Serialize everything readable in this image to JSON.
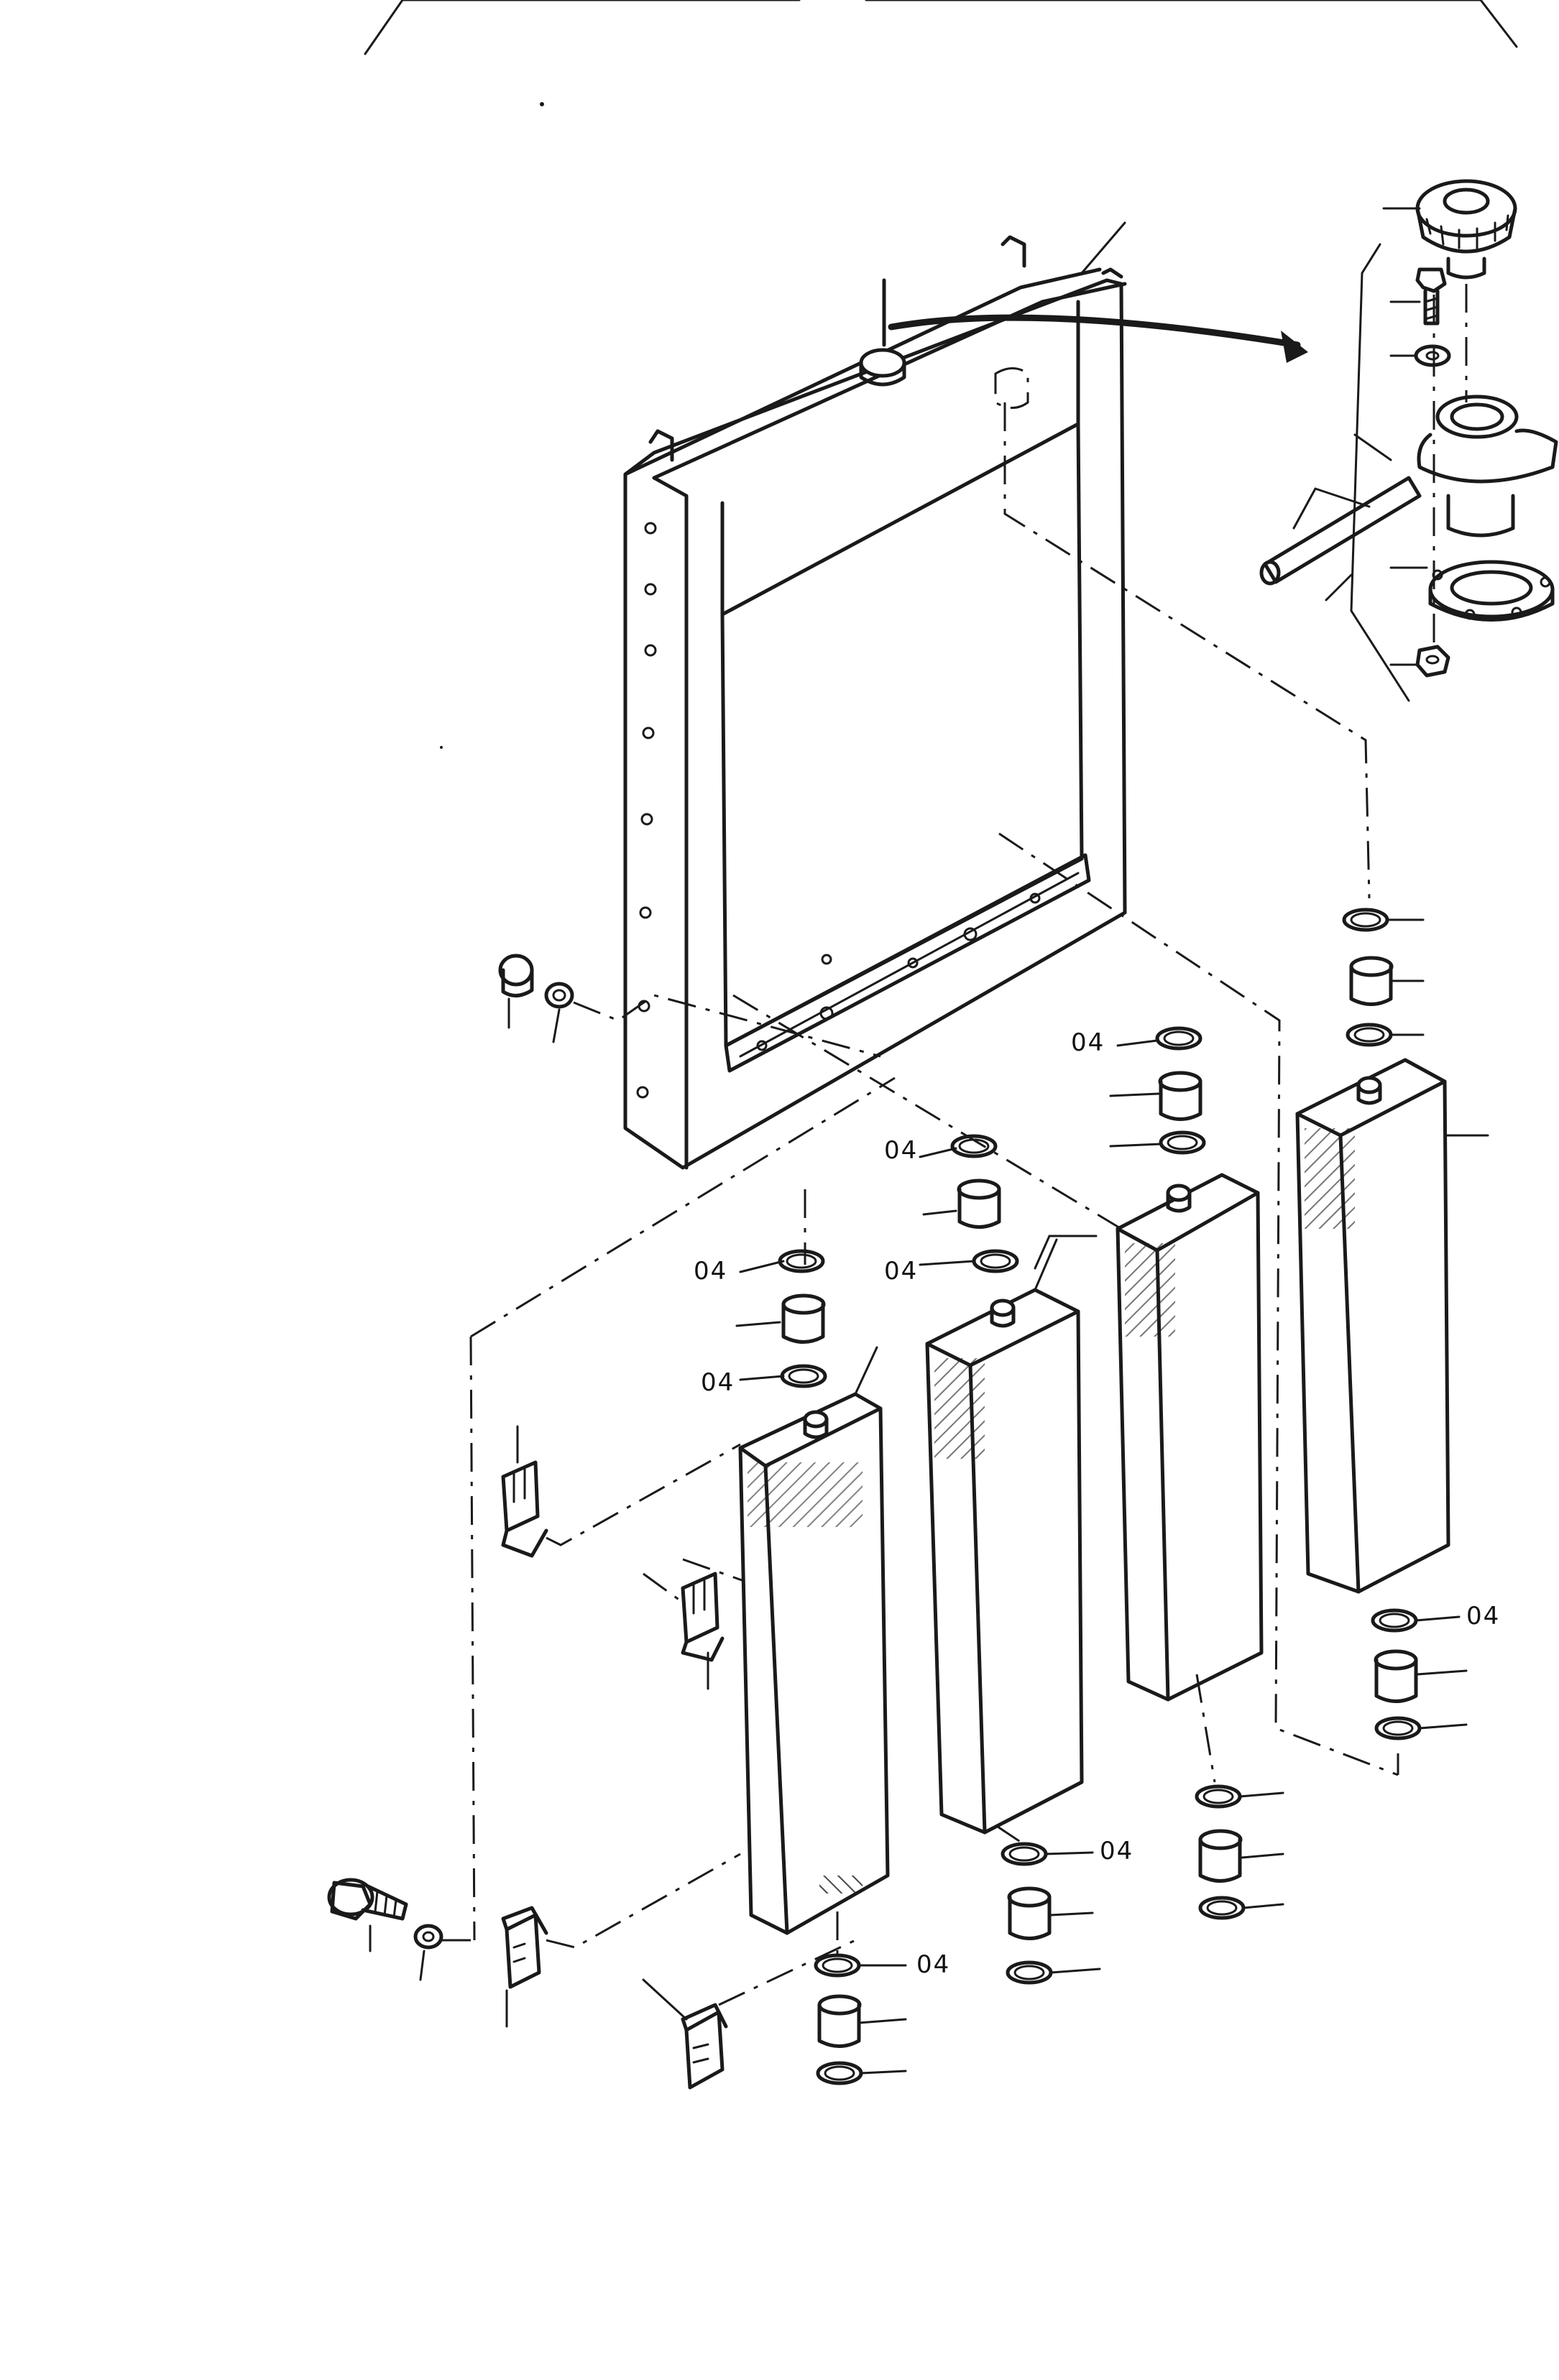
{
  "callouts": {
    "label_1": "04",
    "label_2": "04",
    "label_3": "04",
    "label_4": "04",
    "label_5": "04",
    "label_6": "04",
    "label_7": "04",
    "label_8": "04"
  },
  "colors": {
    "line": "#1a1a1a",
    "background": "#ffffff"
  }
}
